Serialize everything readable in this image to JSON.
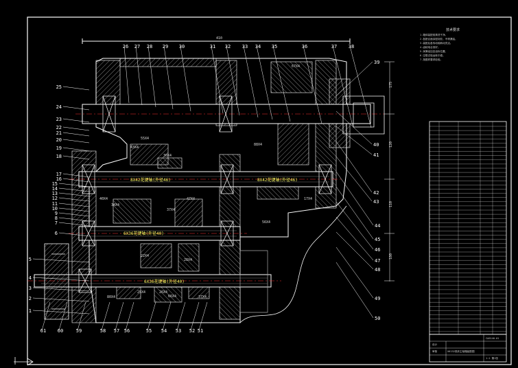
{
  "drawing": {
    "tech_requirements_title": "技术要求",
    "tech_requirements": [
      "1.箱体装配前清洗干净。",
      "2.各配合面涂密封胶，不得漏油。",
      "3.装配后各传动轴转动灵活。",
      "4.齿轮啮合良好。",
      "5.润滑油加至油标位置。",
      "6.空载试验运转平稳。",
      "7.按图样要求检验。"
    ],
    "part_labels_top": [
      "26",
      "27",
      "28",
      "29",
      "30",
      "31",
      "32",
      "33",
      "34",
      "35",
      "36",
      "37",
      "38"
    ],
    "part_labels_right": [
      "39",
      "40",
      "41",
      "42",
      "43",
      "44",
      "45",
      "46",
      "47",
      "48",
      "49",
      "50"
    ],
    "part_labels_left": [
      "25",
      "24",
      "23",
      "22",
      "21",
      "20",
      "19",
      "18",
      "17",
      "16",
      "15",
      "14",
      "13",
      "12",
      "11",
      "10",
      "9",
      "8",
      "7",
      "6",
      "5",
      "4",
      "3",
      "2",
      "1"
    ],
    "part_labels_bottom": [
      "61",
      "60",
      "59",
      "58",
      "57",
      "56",
      "55",
      "54",
      "53",
      "52",
      "51"
    ],
    "gear_callouts": [
      "67X4",
      "55X4",
      "43X4",
      "30X4",
      "40X4",
      "34X4",
      "37X4",
      "47X4",
      "88X4",
      "56X4",
      "17X4",
      "22X4",
      "28X4",
      "80X4",
      "25X4",
      "37X4",
      "66X4",
      "26X4"
    ],
    "shaft_labels": [
      "8X42花键轴(外径46)",
      "8X42花键轴(外径46)",
      "6X36花键轴(外径40)",
      "6X36花键轴(外径40)"
    ],
    "dim_top": "410",
    "dim_right": [
      "175",
      "120",
      "110",
      "180"
    ],
    "title_block": {
      "drawing_title": "X6132铣床主轴箱装配图",
      "drawing_no": "CA6140-01",
      "sheet": "1:1 第1张",
      "designer": "设计",
      "checker": "审核"
    }
  }
}
